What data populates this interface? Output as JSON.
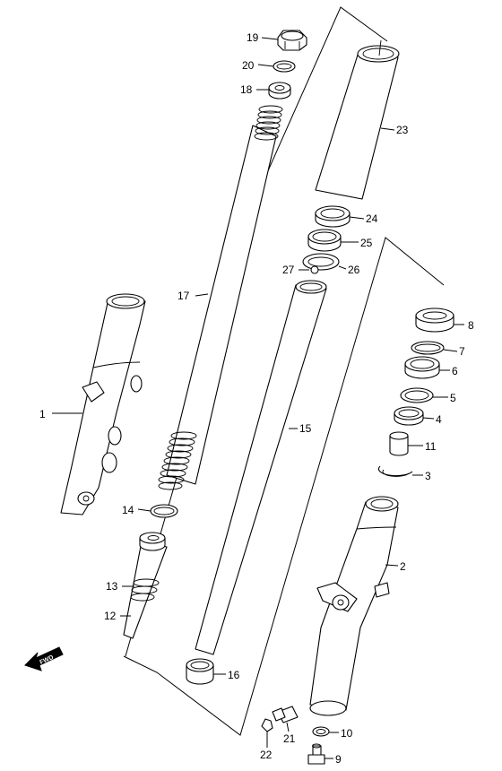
{
  "callouts": [
    {
      "id": "1",
      "label": "1"
    },
    {
      "id": "2",
      "label": "2"
    },
    {
      "id": "3",
      "label": "3"
    },
    {
      "id": "4",
      "label": "4"
    },
    {
      "id": "5",
      "label": "5"
    },
    {
      "id": "6",
      "label": "6"
    },
    {
      "id": "7",
      "label": "7"
    },
    {
      "id": "8",
      "label": "8"
    },
    {
      "id": "9",
      "label": "9"
    },
    {
      "id": "10",
      "label": "10"
    },
    {
      "id": "11",
      "label": "11"
    },
    {
      "id": "12",
      "label": "12"
    },
    {
      "id": "13",
      "label": "13"
    },
    {
      "id": "14",
      "label": "14"
    },
    {
      "id": "15",
      "label": "15"
    },
    {
      "id": "16",
      "label": "16"
    },
    {
      "id": "17",
      "label": "17"
    },
    {
      "id": "18",
      "label": "18"
    },
    {
      "id": "19",
      "label": "19"
    },
    {
      "id": "20",
      "label": "20"
    },
    {
      "id": "21",
      "label": "21"
    },
    {
      "id": "22",
      "label": "22"
    },
    {
      "id": "23",
      "label": "23"
    },
    {
      "id": "24",
      "label": "24"
    },
    {
      "id": "25",
      "label": "25"
    },
    {
      "id": "26",
      "label": "26"
    },
    {
      "id": "27",
      "label": "27"
    }
  ],
  "direction_arrow": {
    "label": "FWD"
  }
}
